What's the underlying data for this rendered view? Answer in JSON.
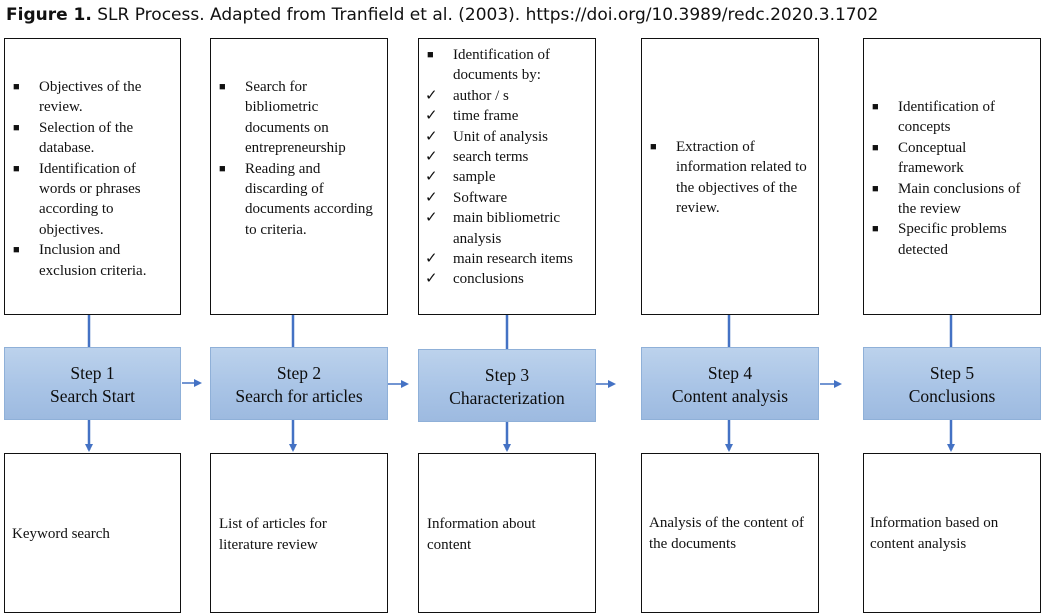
{
  "caption": {
    "bold": "Figure 1.",
    "text": " SLR Process. Adapted from Tranfield et al. (2003). https://doi.org/10.3989/redc.2020.3.1702"
  },
  "steps": [
    {
      "title": "Step 1",
      "subtitle": "Search Start",
      "top_items": [
        {
          "marker": "bullet",
          "text": "Objectives of the review."
        },
        {
          "marker": "bullet",
          "text": "Selection of the database."
        },
        {
          "marker": "bullet",
          "text": "Identification of words or phrases according to objectives."
        },
        {
          "marker": "bullet",
          "text": "Inclusion and exclusion criteria."
        }
      ],
      "bottom": "Keyword search"
    },
    {
      "title": "Step 2",
      "subtitle": "Search for articles",
      "top_items": [
        {
          "marker": "bullet",
          "text": "Search for bibliometric documents on entrepreneurship"
        },
        {
          "marker": "bullet",
          "text": "Reading and discarding of documents according to criteria."
        }
      ],
      "bottom": "List of articles for literature review"
    },
    {
      "title": "Step 3",
      "subtitle": "Characterization",
      "top_items": [
        {
          "marker": "bullet",
          "text": "Identification of documents by:"
        },
        {
          "marker": "check",
          "text": "author / s"
        },
        {
          "marker": "check",
          "text": "time frame"
        },
        {
          "marker": "check",
          "text": "Unit of analysis"
        },
        {
          "marker": "check",
          "text": "search terms"
        },
        {
          "marker": "check",
          "text": "sample"
        },
        {
          "marker": "check",
          "text": "Software"
        },
        {
          "marker": "check",
          "text": "main bibliometric analysis"
        },
        {
          "marker": "check",
          "text": "main research items"
        },
        {
          "marker": "check",
          "text": "conclusions"
        }
      ],
      "bottom": "Information about content"
    },
    {
      "title": "Step 4",
      "subtitle": "Content analysis",
      "top_items": [
        {
          "marker": "bullet",
          "text": "Extraction of information related to the objectives of the review."
        }
      ],
      "bottom": "Analysis of the content of the documents"
    },
    {
      "title": "Step 5",
      "subtitle": "Conclusions",
      "top_items": [
        {
          "marker": "bullet",
          "text": "Identification of concepts"
        },
        {
          "marker": "bullet",
          "text": "Conceptual framework"
        },
        {
          "marker": "bullet",
          "text": "Main conclusions of the review"
        },
        {
          "marker": "bullet",
          "text": "Specific problems detected"
        }
      ],
      "bottom": "Information based on content analysis"
    }
  ],
  "colors": {
    "step_fill": "#a9c4e6",
    "connector": "#4472c4",
    "box_border": "#111111"
  }
}
